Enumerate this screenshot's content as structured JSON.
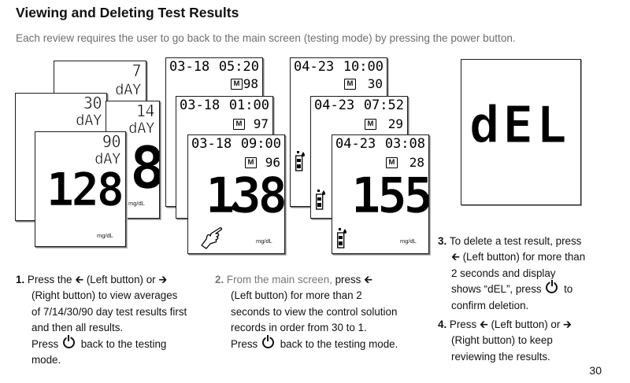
{
  "header": {
    "title": "Viewing and Deleting Test Results",
    "subtitle": "Each review requires the user to go back to the main screen (testing mode) by pressing the power button."
  },
  "screens": {
    "averages": [
      {
        "days": "7",
        "day_label": "dAY"
      },
      {
        "days": "30",
        "day_label": "dAY"
      },
      {
        "days": "14",
        "day_label": "dAY"
      },
      {
        "days": "90",
        "day_label": "dAY",
        "value": "128",
        "unit": "mg/dL"
      }
    ],
    "avg_partial_value": "8",
    "avg_partial_unit": "mg/dL",
    "memory": [
      {
        "date": "03-18",
        "time": "05:20",
        "mode": "M",
        "count": "98"
      },
      {
        "date": "03-18",
        "time": "01:00",
        "mode": "M",
        "count": "97"
      },
      {
        "date": "03-18",
        "time": "09:00",
        "mode": "M",
        "count": "96",
        "value": "138",
        "unit": "mg/dL"
      }
    ],
    "control": [
      {
        "date": "04-23",
        "time": "10:00",
        "mode": "M",
        "count": "30"
      },
      {
        "date": "04-23",
        "time": "07:52",
        "mode": "M",
        "count": "29"
      },
      {
        "date": "04-23",
        "time": "03:08",
        "mode": "M",
        "count": "28",
        "value": "155",
        "unit": "mg/dL"
      }
    ],
    "delete": {
      "text": "dEL"
    }
  },
  "steps": {
    "step1": {
      "num": "1.",
      "l1": "Press the",
      "l1b": "(Left button) or",
      "l2": "(Right button) to view averages",
      "l3": "of 7/14/30/90 day test results first",
      "l4": "and then all results.",
      "l5a": "Press",
      "l5b": "back to the testing",
      "l6": "mode."
    },
    "step2": {
      "num": "2.",
      "l1a": "From the main screen,",
      "l1b": "press",
      "l2": "(Left button) for more than 2",
      "l3": "seconds to view the control solution",
      "l4": "records in order from 30 to 1.",
      "l5a": "Press",
      "l5b": "back to the testing mode."
    },
    "step3": {
      "num": "3.",
      "l1": "To delete a test result, press",
      "l2": "(Left button) for more than",
      "l3": "2 seconds and display",
      "l4a": "shows “dEL”, press",
      "l4b": "to",
      "l5": "confirm deletion."
    },
    "step4": {
      "num": "4.",
      "l1a": "Press",
      "l1b": "(Left button) or",
      "l2": "(Right button) to keep",
      "l3": "reviewing the results."
    }
  },
  "page_number": "30"
}
